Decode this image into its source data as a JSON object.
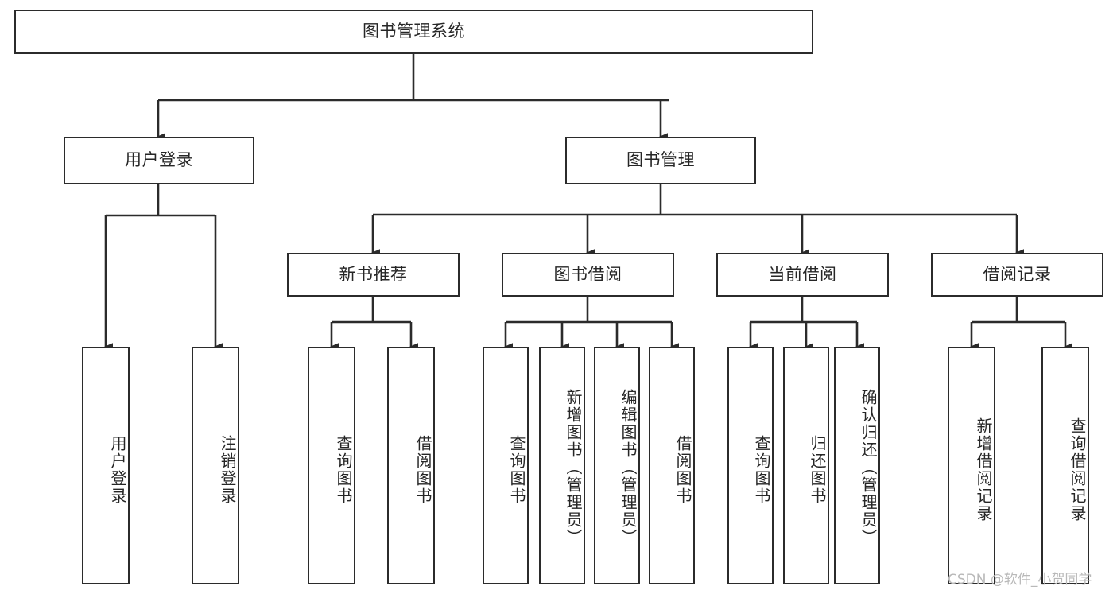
{
  "diagram": {
    "type": "hierarchy-tree",
    "title_node": {
      "id": "root",
      "label": "图书管理系统"
    },
    "level1": [
      {
        "id": "user-login",
        "label": "用户登录"
      },
      {
        "id": "book-manage",
        "label": "图书管理"
      }
    ],
    "level2": [
      {
        "id": "new-book-rec",
        "label": "新书推荐",
        "parent": "book-manage"
      },
      {
        "id": "book-borrow",
        "label": "图书借阅",
        "parent": "book-manage"
      },
      {
        "id": "current-borrow",
        "label": "当前借阅",
        "parent": "book-manage"
      },
      {
        "id": "borrow-record",
        "label": "借阅记录",
        "parent": "book-manage"
      }
    ],
    "leaves": [
      {
        "id": "leaf-user-login",
        "label": "用户登录",
        "parent": "user-login"
      },
      {
        "id": "leaf-logout",
        "label": "注销登录",
        "parent": "user-login"
      },
      {
        "id": "leaf-query-book-1",
        "label": "查询图书",
        "parent": "new-book-rec"
      },
      {
        "id": "leaf-borrow-book-1",
        "label": "借阅图书",
        "parent": "new-book-rec"
      },
      {
        "id": "leaf-query-book-2",
        "label": "查询图书",
        "parent": "book-borrow"
      },
      {
        "id": "leaf-add-book",
        "label": "新增图书（管理员）",
        "parent": "book-borrow"
      },
      {
        "id": "leaf-edit-book",
        "label": "编辑图书（管理员）",
        "parent": "book-borrow"
      },
      {
        "id": "leaf-borrow-book-2",
        "label": "借阅图书",
        "parent": "book-borrow"
      },
      {
        "id": "leaf-query-book-3",
        "label": "查询图书",
        "parent": "current-borrow"
      },
      {
        "id": "leaf-return-book",
        "label": "归还图书",
        "parent": "current-borrow"
      },
      {
        "id": "leaf-confirm-return",
        "label": "确认归还（管理员）",
        "parent": "current-borrow"
      },
      {
        "id": "leaf-add-record",
        "label": "新增借阅记录",
        "parent": "borrow-record"
      },
      {
        "id": "leaf-query-record",
        "label": "查询借阅记录",
        "parent": "borrow-record"
      }
    ],
    "watermark": "CSDN @软件_小贺同学",
    "colors": {
      "stroke": "#2b2b2b",
      "text": "#262626",
      "background": "#ffffff",
      "watermark": "#b9b9b9"
    }
  }
}
